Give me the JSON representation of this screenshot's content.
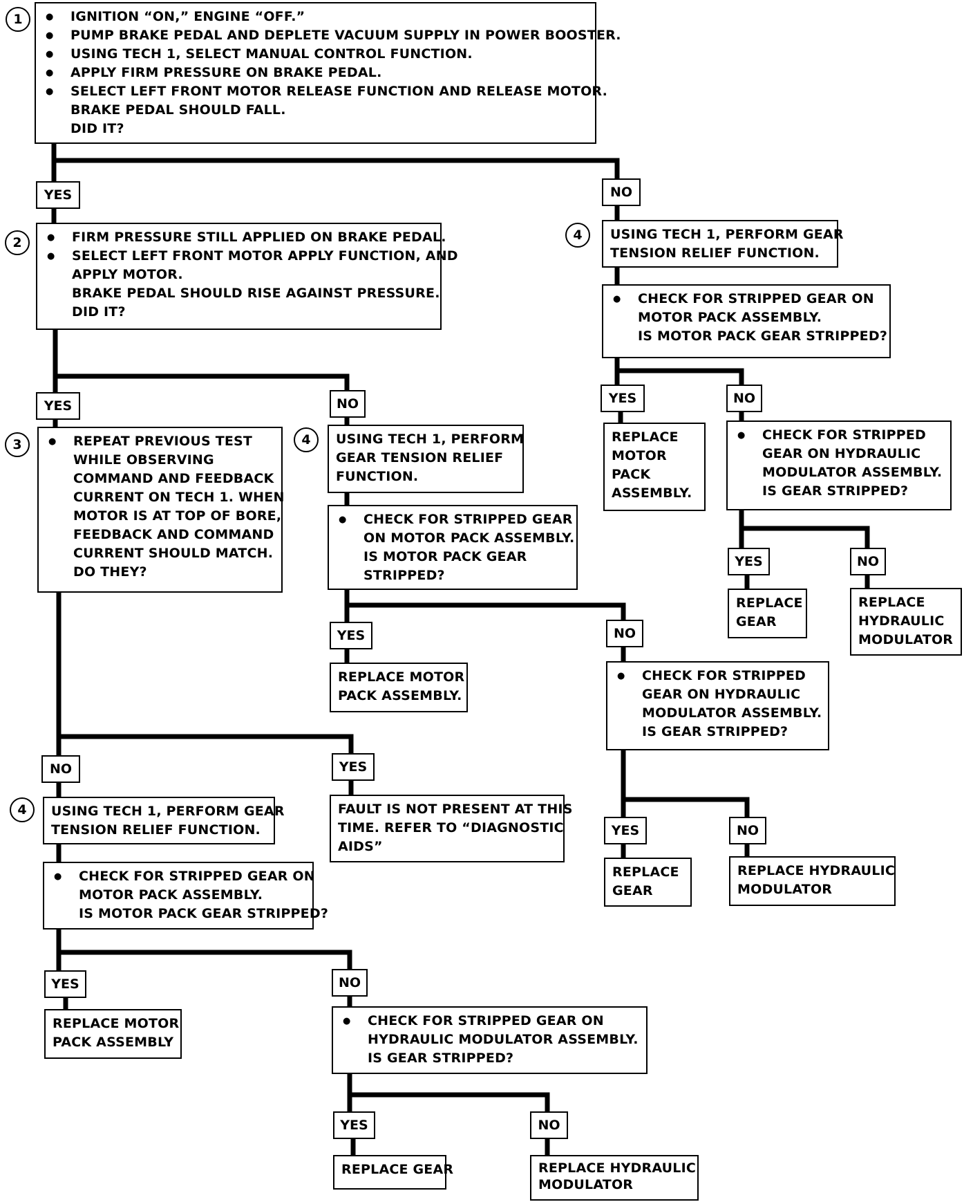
{
  "steps": {
    "s1": "1",
    "s2": "2",
    "s3": "3",
    "s4a": "4",
    "s4b": "4",
    "s4c": "4"
  },
  "boxes": {
    "step1": [
      "IGNITION “ON,” ENGINE “OFF.”",
      "PUMP BRAKE PEDAL AND DEPLETE VACUUM SUPPLY IN POWER BOOSTER.",
      "USING TECH 1, SELECT MANUAL CONTROL FUNCTION.",
      "APPLY FIRM PRESSURE ON BRAKE PEDAL.",
      "SELECT LEFT FRONT MOTOR RELEASE FUNCTION AND RELEASE MOTOR.",
      "BRAKE PEDAL SHOULD FALL.",
      "DID IT?"
    ],
    "step2": [
      "FIRM PRESSURE STILL APPLIED ON BRAKE PEDAL.",
      "SELECT LEFT FRONT MOTOR APPLY FUNCTION, AND",
      "APPLY MOTOR.",
      "BRAKE PEDAL SHOULD RISE AGAINST PRESSURE.",
      "DID IT?"
    ],
    "step4_right": [
      "USING TECH 1, PERFORM GEAR",
      "TENSION RELIEF FUNCTION."
    ],
    "right_check_motor": [
      "CHECK FOR STRIPPED GEAR ON",
      "MOTOR PACK ASSEMBLY.",
      "IS MOTOR PACK GEAR STRIPPED?"
    ],
    "right_replace_motor": [
      "REPLACE",
      "MOTOR",
      "PACK",
      "ASSEMBLY."
    ],
    "right_check_hydraulic": [
      "CHECK FOR STRIPPED",
      "GEAR ON HYDRAULIC",
      "MODULATOR ASSEMBLY.",
      "IS GEAR STRIPPED?"
    ],
    "right_replace_gear": [
      "REPLACE",
      "GEAR"
    ],
    "right_replace_modulator": [
      "REPLACE",
      "HYDRAULIC",
      "MODULATOR"
    ],
    "step3": [
      "REPEAT PREVIOUS TEST",
      "WHILE OBSERVING",
      "COMMAND AND FEEDBACK",
      "CURRENT ON TECH 1.  WHEN",
      "MOTOR IS AT TOP OF BORE,",
      "FEEDBACK AND COMMAND",
      "CURRENT SHOULD MATCH.",
      "DO THEY?"
    ],
    "step4_middle": [
      "USING TECH 1, PERFORM",
      "GEAR TENSION RELIEF",
      "FUNCTION."
    ],
    "mid_check_motor": [
      "CHECK FOR STRIPPED GEAR",
      "ON MOTOR PACK ASSEMBLY.",
      "IS MOTOR PACK GEAR",
      "STRIPPED?"
    ],
    "mid_replace_motor": [
      "REPLACE MOTOR",
      "PACK ASSEMBLY."
    ],
    "mid_check_hydraulic": [
      "CHECK FOR STRIPPED",
      "GEAR ON HYDRAULIC",
      "MODULATOR ASSEMBLY.",
      "IS GEAR STRIPPED?"
    ],
    "mid_replace_gear": [
      "REPLACE",
      "GEAR"
    ],
    "mid_replace_modulator": [
      "REPLACE HYDRAULIC",
      "MODULATOR"
    ],
    "fault": [
      "FAULT IS NOT PRESENT AT THIS",
      "TIME.  REFER TO “DIAGNOSTIC",
      "AIDS”"
    ],
    "step4_left": [
      "USING TECH 1, PERFORM GEAR",
      "TENSION RELIEF FUNCTION."
    ],
    "left_check_motor": [
      "CHECK FOR STRIPPED GEAR ON",
      "MOTOR PACK ASSEMBLY.",
      "IS MOTOR PACK GEAR STRIPPED?"
    ],
    "left_replace_motor": [
      "REPLACE MOTOR",
      "PACK ASSEMBLY"
    ],
    "left_check_hydraulic": [
      "CHECK FOR STRIPPED GEAR ON",
      "HYDRAULIC MODULATOR ASSEMBLY.",
      "IS GEAR STRIPPED?"
    ],
    "left_replace_gear": [
      "REPLACE GEAR"
    ],
    "left_replace_modulator": [
      "REPLACE HYDRAULIC",
      "MODULATOR"
    ]
  },
  "tags": {
    "t1_yes": "YES",
    "t1_no": "NO",
    "t2_yes": "YES",
    "t2_no": "NO",
    "r_yes": "YES",
    "r_no": "NO",
    "r2_yes": "YES",
    "r2_no": "NO",
    "m_yes": "YES",
    "m_no": "NO",
    "m2_yes": "YES",
    "m2_no": "NO",
    "t3_no": "NO",
    "t3_yes": "YES",
    "l_yes": "YES",
    "l_no": "NO",
    "l2_yes": "YES",
    "l2_no": "NO"
  }
}
